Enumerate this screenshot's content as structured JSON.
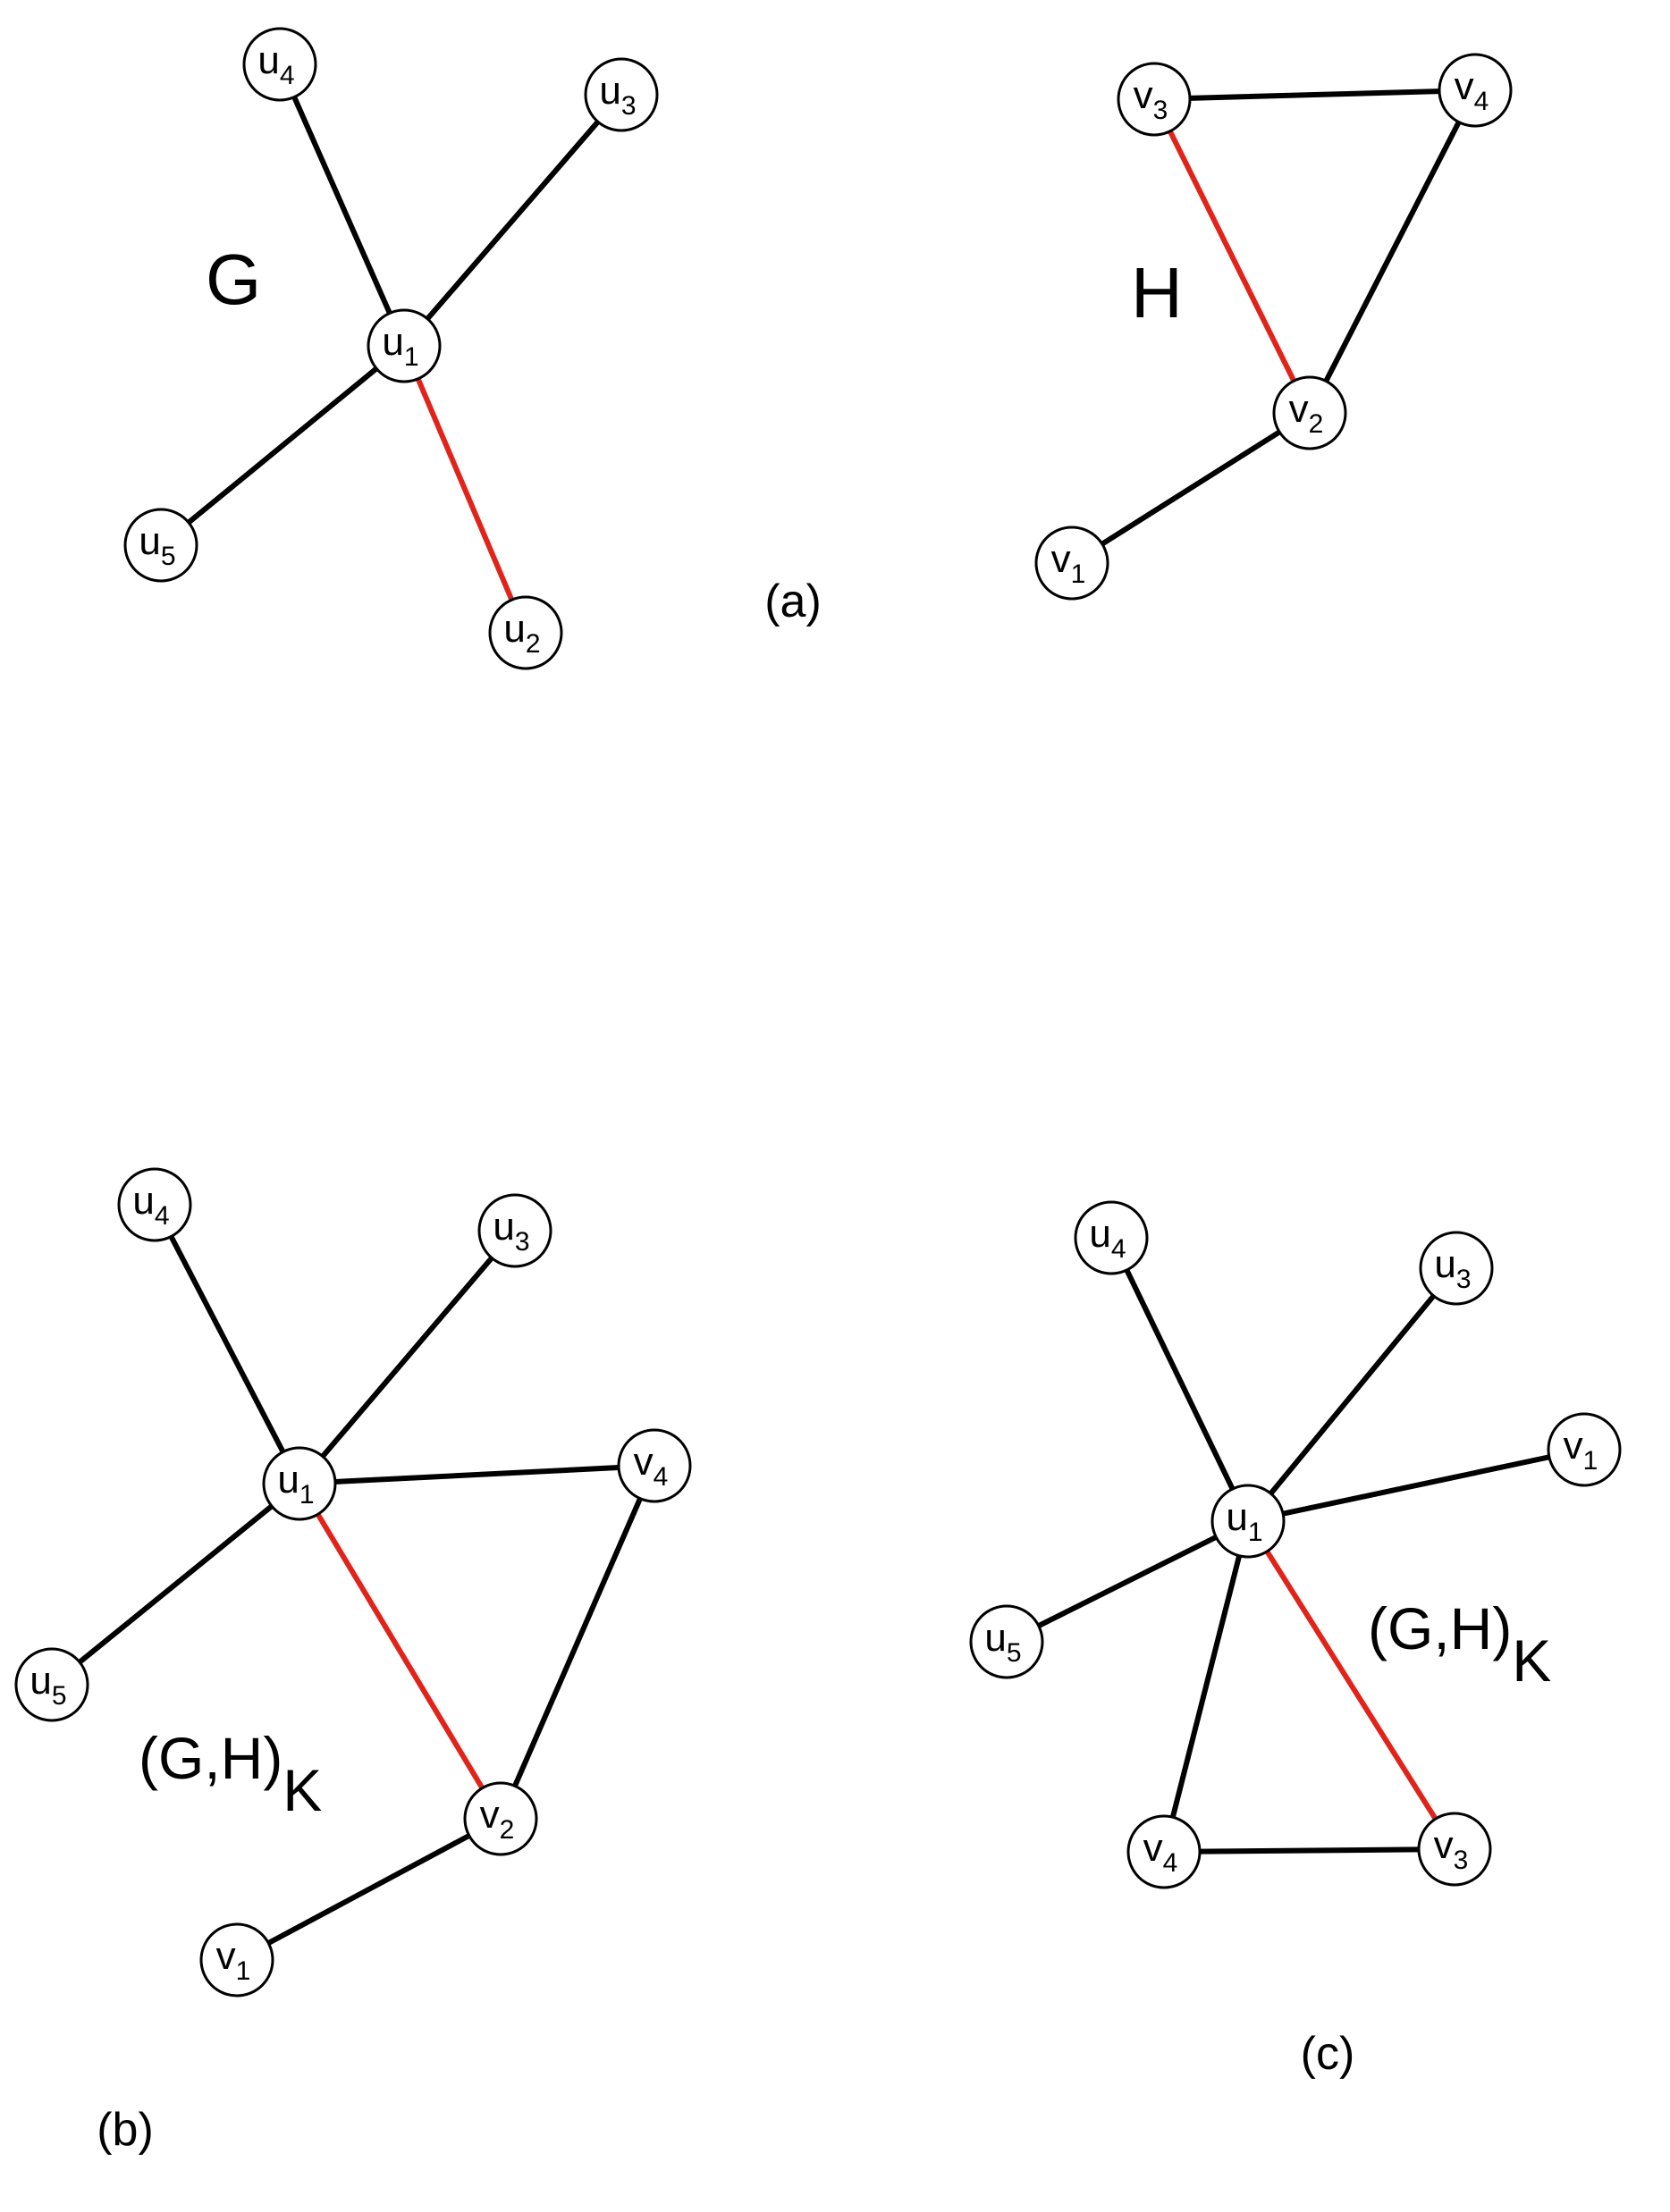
{
  "colors": {
    "edge": "#000000",
    "highlight": "#e2231a",
    "node_fill": "#ffffff"
  },
  "panels": [
    {
      "id": "a",
      "label": "(a)",
      "graphs": [
        {
          "id": "G",
          "name": "G",
          "nodes": [
            {
              "id": "u1",
              "base": "u",
              "sub": "1"
            },
            {
              "id": "u2",
              "base": "u",
              "sub": "2"
            },
            {
              "id": "u3",
              "base": "u",
              "sub": "3"
            },
            {
              "id": "u4",
              "base": "u",
              "sub": "4"
            },
            {
              "id": "u5",
              "base": "u",
              "sub": "5"
            }
          ],
          "edges": [
            {
              "from": "u1",
              "to": "u4",
              "color": "black"
            },
            {
              "from": "u1",
              "to": "u3",
              "color": "black"
            },
            {
              "from": "u1",
              "to": "u5",
              "color": "black"
            },
            {
              "from": "u1",
              "to": "u2",
              "color": "red"
            }
          ]
        },
        {
          "id": "H",
          "name": "H",
          "nodes": [
            {
              "id": "v1",
              "base": "v",
              "sub": "1"
            },
            {
              "id": "v2",
              "base": "v",
              "sub": "2"
            },
            {
              "id": "v3",
              "base": "v",
              "sub": "3"
            },
            {
              "id": "v4",
              "base": "v",
              "sub": "4"
            }
          ],
          "edges": [
            {
              "from": "v3",
              "to": "v4",
              "color": "black"
            },
            {
              "from": "v4",
              "to": "v2",
              "color": "black"
            },
            {
              "from": "v3",
              "to": "v2",
              "color": "red"
            },
            {
              "from": "v2",
              "to": "v1",
              "color": "black"
            }
          ]
        }
      ]
    },
    {
      "id": "b",
      "label": "(b)",
      "graphs": [
        {
          "id": "GHK_b",
          "name": "(G,H)",
          "name_sub": "K",
          "nodes": [
            {
              "id": "u1",
              "base": "u",
              "sub": "1"
            },
            {
              "id": "u3",
              "base": "u",
              "sub": "3"
            },
            {
              "id": "u4",
              "base": "u",
              "sub": "4"
            },
            {
              "id": "u5",
              "base": "u",
              "sub": "5"
            },
            {
              "id": "v1",
              "base": "v",
              "sub": "1"
            },
            {
              "id": "v2",
              "base": "v",
              "sub": "2"
            },
            {
              "id": "v4",
              "base": "v",
              "sub": "4"
            }
          ],
          "edges": [
            {
              "from": "u1",
              "to": "u4",
              "color": "black"
            },
            {
              "from": "u1",
              "to": "u3",
              "color": "black"
            },
            {
              "from": "u1",
              "to": "u5",
              "color": "black"
            },
            {
              "from": "u1",
              "to": "v4",
              "color": "black"
            },
            {
              "from": "u1",
              "to": "v2",
              "color": "red"
            },
            {
              "from": "v4",
              "to": "v2",
              "color": "black"
            },
            {
              "from": "v2",
              "to": "v1",
              "color": "black"
            }
          ]
        }
      ]
    },
    {
      "id": "c",
      "label": "(c)",
      "graphs": [
        {
          "id": "GHK_c",
          "name": "(G,H)",
          "name_sub": "K",
          "nodes": [
            {
              "id": "u1",
              "base": "u",
              "sub": "1"
            },
            {
              "id": "u3",
              "base": "u",
              "sub": "3"
            },
            {
              "id": "u4",
              "base": "u",
              "sub": "4"
            },
            {
              "id": "u5",
              "base": "u",
              "sub": "5"
            },
            {
              "id": "v1",
              "base": "v",
              "sub": "1"
            },
            {
              "id": "v3",
              "base": "v",
              "sub": "3"
            },
            {
              "id": "v4",
              "base": "v",
              "sub": "4"
            }
          ],
          "edges": [
            {
              "from": "u1",
              "to": "u4",
              "color": "black"
            },
            {
              "from": "u1",
              "to": "u3",
              "color": "black"
            },
            {
              "from": "u1",
              "to": "v1",
              "color": "black"
            },
            {
              "from": "u1",
              "to": "u5",
              "color": "black"
            },
            {
              "from": "u1",
              "to": "v4",
              "color": "black"
            },
            {
              "from": "u1",
              "to": "v3",
              "color": "red"
            },
            {
              "from": "v4",
              "to": "v3",
              "color": "black"
            }
          ]
        }
      ]
    }
  ]
}
